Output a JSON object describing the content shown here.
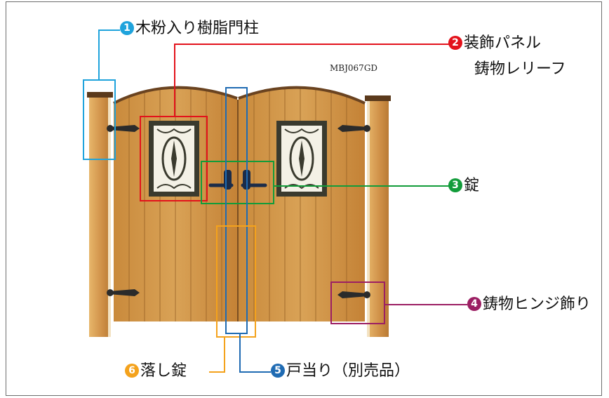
{
  "model_code": "MBJ067GD",
  "callouts": [
    {
      "num": "1",
      "text": "木粉入り樹脂門柱",
      "color": "#1fa3dc"
    },
    {
      "num": "2",
      "line1": "装飾パネル",
      "line2": "鋳物レリーフ",
      "color": "#e3121b"
    },
    {
      "num": "3",
      "text": "錠",
      "color": "#129c3a"
    },
    {
      "num": "4",
      "text": "鋳物ヒンジ飾り",
      "color": "#9c1f63"
    },
    {
      "num": "5",
      "text": "戸当り（別売品）",
      "color": "#1f6bb3"
    },
    {
      "num": "6",
      "text": "落し錠",
      "color": "#f4a21c"
    }
  ]
}
